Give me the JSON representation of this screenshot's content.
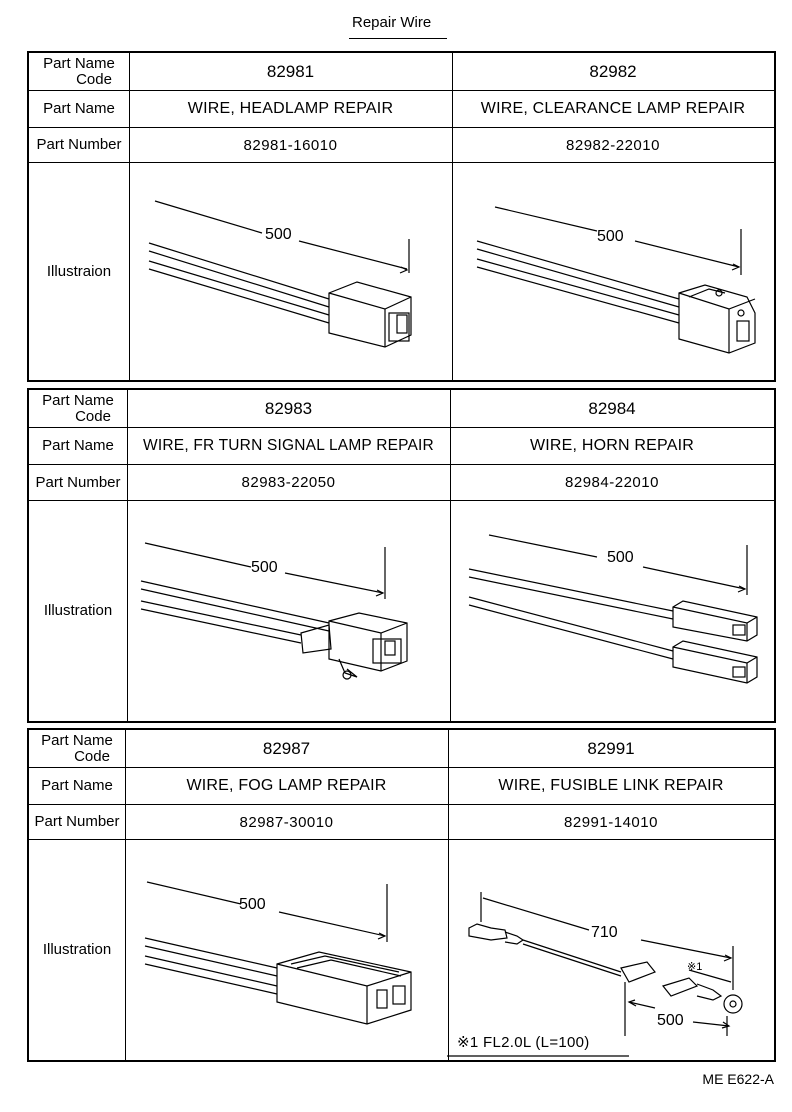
{
  "document": {
    "title": "Repair Wire",
    "footer_code": "ME E622-A"
  },
  "labels": {
    "part_name_code_line1": "Part Name",
    "part_name_code_line2": "Code",
    "part_name": "Part Name",
    "part_number": "Part Number"
  },
  "blocks": [
    {
      "illustration_label": "Illustraion",
      "items": [
        {
          "code": "82981",
          "name": "WIRE, HEADLAMP REPAIR",
          "number": "82981-16010",
          "dimension": "500"
        },
        {
          "code": "82982",
          "name": "WIRE, CLEARANCE LAMP REPAIR",
          "number": "82982-22010",
          "dimension": "500"
        }
      ]
    },
    {
      "illustration_label": "Illustration",
      "items": [
        {
          "code": "82983",
          "name": "WIRE, FR TURN SIGNAL LAMP REPAIR",
          "number": "82983-22050",
          "dimension": "500"
        },
        {
          "code": "82984",
          "name": "WIRE, HORN REPAIR",
          "number": "82984-22010",
          "dimension": "500"
        }
      ]
    },
    {
      "illustration_label": "Illustration",
      "items": [
        {
          "code": "82987",
          "name": "WIRE, FOG LAMP REPAIR",
          "number": "82987-30010",
          "dimension": "500"
        },
        {
          "code": "82991",
          "name": "WIRE, FUSIBLE LINK REPAIR",
          "number": "82991-14010",
          "dimension": "500",
          "dimension_total": "710",
          "note_mark": "※1",
          "note": "※1  FL2.0L (L=100)"
        }
      ]
    }
  ]
}
